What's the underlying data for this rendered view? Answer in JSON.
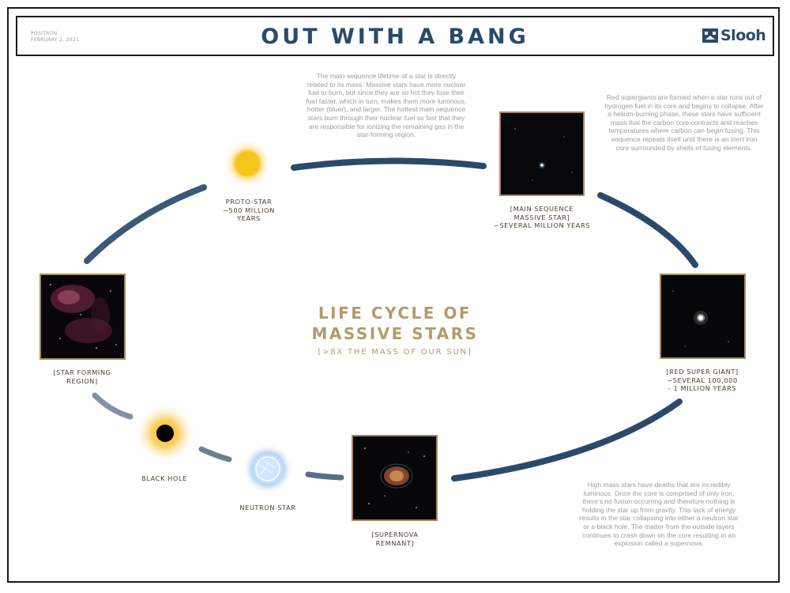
{
  "header": {
    "org": "POSITRON",
    "date": "FEBRUARY 2, 2021",
    "title": "OUT WITH A BANG",
    "brand": "Slooh"
  },
  "center": {
    "title_line1": "LIFE CYCLE OF",
    "title_line2": "MASSIVE STARS",
    "subtitle": "[>8X THE MASS OF OUR SUN]"
  },
  "stages": {
    "protostar": {
      "line1": "PROTO-STAR",
      "line2": "~500 MILLION",
      "line3": "YEARS"
    },
    "main_sequence": {
      "line1": "[MAIN SEQUENCE",
      "line2": "MASSIVE STAR]",
      "line3": "~SEVERAL MILLION YEARS"
    },
    "red_giant": {
      "line1": "[RED SUPER GIANT]",
      "line2": "~SEVERAL 100,000",
      "line3": "- 1 MILLION YEARS"
    },
    "supernova": {
      "line1": "[SUPERNOVA",
      "line2": "REMNANT]"
    },
    "neutron_star": {
      "line1": "NEUTRON STAR"
    },
    "black_hole": {
      "line1": "BLACK HOLE"
    },
    "star_forming": {
      "line1": "[STAR FORMING",
      "line2": "REGION]"
    }
  },
  "descriptions": {
    "main_sequence": [
      "The main sequence lifetime of a star is directly",
      "related to its mass. Massive stars have more nuclear",
      "fuel to burn, but since they are so hot they fuse their",
      "fuel faster, which in turn, makes them more luminous,",
      "hotter (bluer), and larger. The hottest main sequence",
      "stars burn through their nuclear fuel so fast that they",
      "are responsible for ionizing the remaining gas in the",
      "star-forming region."
    ],
    "red_giant": [
      "Red supergiants are formed when a star runs out of",
      "hydrogen fuel in its core and begins to collapse. After",
      "a helium-burning phase, these stars have sufficient",
      "mass that the carbon core contracts and reaches",
      "temperatures where carbon can begin fusing.  This",
      "sequence repeats itself until there is an inert iron",
      "core surrounded by shells of fusing elements."
    ],
    "supernova": [
      "High mass stars have deaths that are incredibly",
      "luminous. Once the core is comprised of only iron,",
      "there's no fusion occurring and therefore nothing is",
      "holding the star up from gravity.  This lack of energy",
      "results in the star collapsing into either a neutron star",
      "or a black hole. The matter from the outside layers",
      "continues to crash down on the core resulting in an",
      "explosion called a supernova."
    ]
  },
  "colors": {
    "ring": "#2b4a6b",
    "accent_gold": "#b39b6c",
    "frame_gold": "#a88a5a",
    "desc_gray": "#9c9c9c"
  }
}
